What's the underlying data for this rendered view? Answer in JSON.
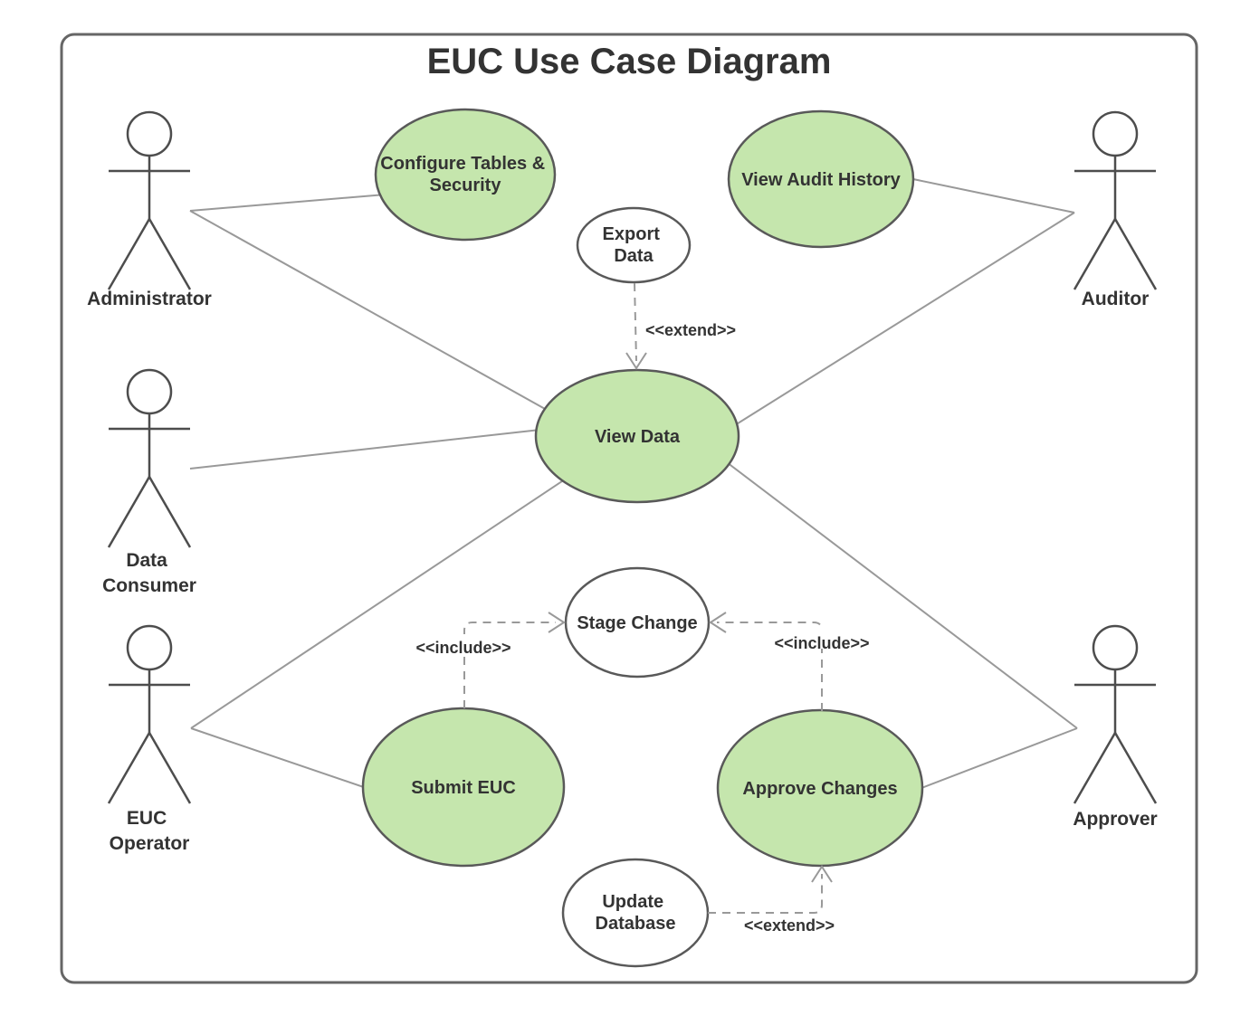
{
  "diagram": {
    "title": "EUC Use Case Diagram"
  },
  "colors": {
    "use_case_green": "#c5e6ad",
    "use_case_white": "#ffffff",
    "shape_stroke": "#595959",
    "actor_stroke": "#4d4d4d",
    "connector": "#999999",
    "text": "#333333",
    "frame_stroke": "#666666",
    "background": "#ffffff"
  },
  "actors": {
    "administrator": {
      "label": "Administrator"
    },
    "data_consumer": {
      "line1": "Data",
      "line2": "Consumer"
    },
    "euc_operator": {
      "line1": "EUC",
      "line2": "Operator"
    },
    "auditor": {
      "label": "Auditor"
    },
    "approver": {
      "label": "Approver"
    }
  },
  "use_cases": {
    "configure": {
      "line1": "Configure Tables &",
      "line2": "Security"
    },
    "view_audit_history": {
      "label": "View Audit History"
    },
    "export_data": {
      "line1": "Export",
      "line2": "Data"
    },
    "view_data": {
      "label": "View Data"
    },
    "stage_change": {
      "label": "Stage Change"
    },
    "submit_euc": {
      "label": "Submit EUC"
    },
    "approve_changes": {
      "label": "Approve Changes"
    },
    "update_database": {
      "line1": "Update",
      "line2": "Database"
    }
  },
  "relationships": {
    "export_extend": {
      "label": "<<extend>>",
      "from": "Export Data",
      "to": "View Data"
    },
    "submit_include": {
      "label": "<<include>>",
      "from": "Submit EUC",
      "to": "Stage Change"
    },
    "approve_include": {
      "label": "<<include>>",
      "from": "Approve Changes",
      "to": "Stage Change"
    },
    "update_extend": {
      "label": "<<extend>>",
      "from": "Update Database",
      "to": "Approve Changes"
    }
  },
  "associations": [
    {
      "from": "Administrator",
      "to": "Configure Tables & Security"
    },
    {
      "from": "Administrator",
      "to": "View Data"
    },
    {
      "from": "Data Consumer",
      "to": "View Data"
    },
    {
      "from": "EUC Operator",
      "to": "View Data"
    },
    {
      "from": "EUC Operator",
      "to": "Submit EUC"
    },
    {
      "from": "Auditor",
      "to": "View Audit History"
    },
    {
      "from": "Auditor",
      "to": "View Data"
    },
    {
      "from": "Approver",
      "to": "View Data"
    },
    {
      "from": "Approver",
      "to": "Approve Changes"
    }
  ]
}
